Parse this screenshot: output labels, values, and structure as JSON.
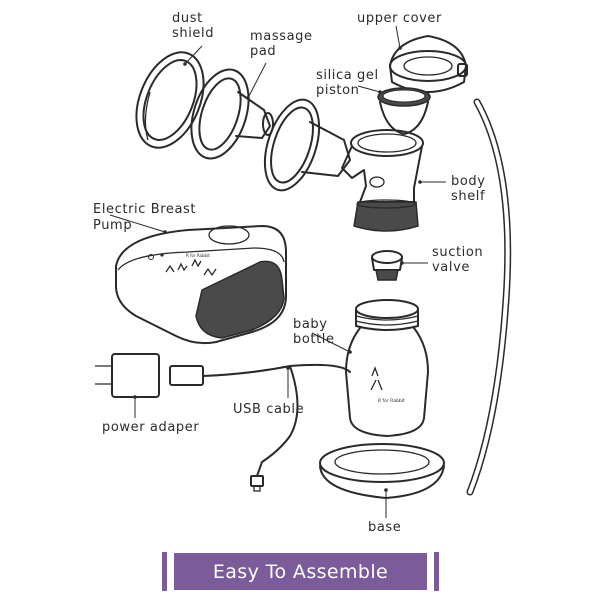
{
  "labels": {
    "dust_shield": [
      "dust",
      "shield"
    ],
    "massage_pad": [
      "massage",
      "pad"
    ],
    "upper_cover": [
      "upper cover"
    ],
    "silica_gel_piston": [
      "silica gel",
      "piston"
    ],
    "body_shelf": [
      "body",
      "shelf"
    ],
    "electric_breast_pump": [
      "Electric Breast",
      "Pump"
    ],
    "suction_valve": [
      "suction",
      "valve"
    ],
    "baby_bottle": [
      "baby",
      "bottle"
    ],
    "usb_cable": [
      "USB cable"
    ],
    "power_adapter": [
      "power adaper"
    ],
    "base": [
      "base"
    ]
  },
  "brand_text": "R for Rabbit",
  "banner": {
    "text": "Easy To Assemble",
    "color": "#7b5b99"
  }
}
